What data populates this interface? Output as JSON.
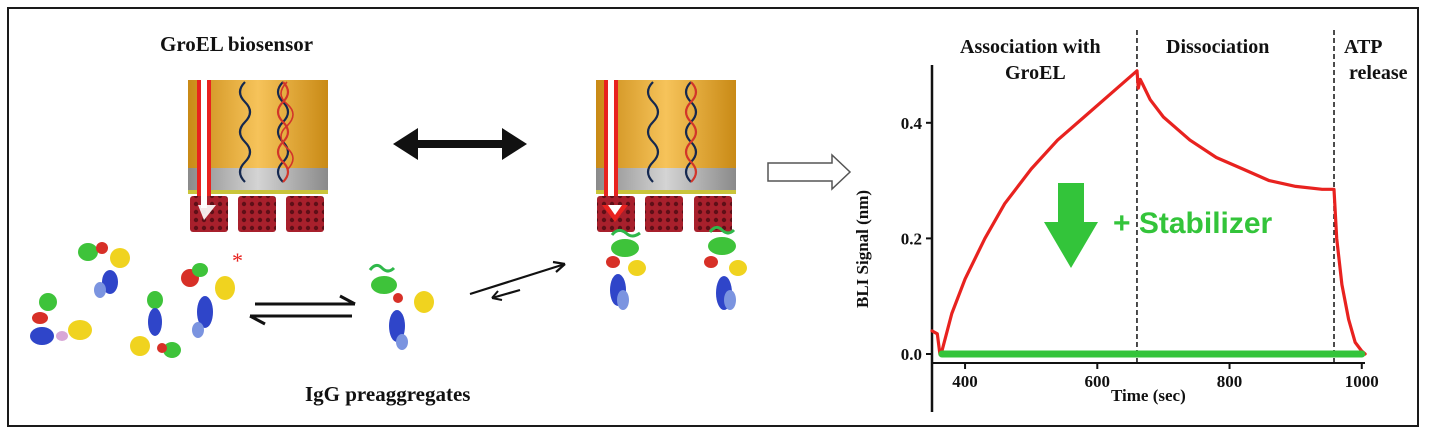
{
  "labels": {
    "biosensor_title": "GroEL biosensor",
    "preaggregates_title": "IgG preaggregates",
    "asterisk": "*",
    "stabilizer": "+ Stabilizer"
  },
  "chart_data": {
    "type": "line",
    "xlabel": "Time (sec)",
    "ylabel": "BLI Signal (nm)",
    "xlim": [
      350,
      1020
    ],
    "ylim": [
      0,
      0.5
    ],
    "xticks": [
      400,
      600,
      800,
      1000
    ],
    "yticks": [
      0.0,
      0.2,
      0.4
    ],
    "phase_labels": [
      "Association with",
      "GroEL",
      "Dissociation",
      "ATP",
      "release"
    ],
    "phase_boundaries": [
      660,
      958
    ],
    "series": [
      {
        "color": "#e8221f",
        "x": [
          350,
          358,
          362,
          365,
          380,
          400,
          430,
          460,
          500,
          540,
          580,
          620,
          650,
          660,
          662,
          665,
          680,
          700,
          740,
          780,
          820,
          860,
          900,
          940,
          958,
          962,
          970,
          980,
          990,
          1000,
          1005
        ],
        "y": [
          0.04,
          0.035,
          0.0,
          0.005,
          0.07,
          0.13,
          0.2,
          0.26,
          0.32,
          0.37,
          0.41,
          0.45,
          0.48,
          0.49,
          0.46,
          0.475,
          0.44,
          0.41,
          0.37,
          0.34,
          0.32,
          0.3,
          0.29,
          0.285,
          0.285,
          0.2,
          0.12,
          0.06,
          0.02,
          0.005,
          0.0
        ]
      },
      {
        "color": "#33c43a",
        "x": [
          365,
          1000
        ],
        "y": [
          0.0,
          0.0
        ]
      }
    ]
  },
  "colors": {
    "red": "#e8221f",
    "green": "#33c43a",
    "gold": "#e8a92a",
    "barrel": "#a5202a"
  }
}
